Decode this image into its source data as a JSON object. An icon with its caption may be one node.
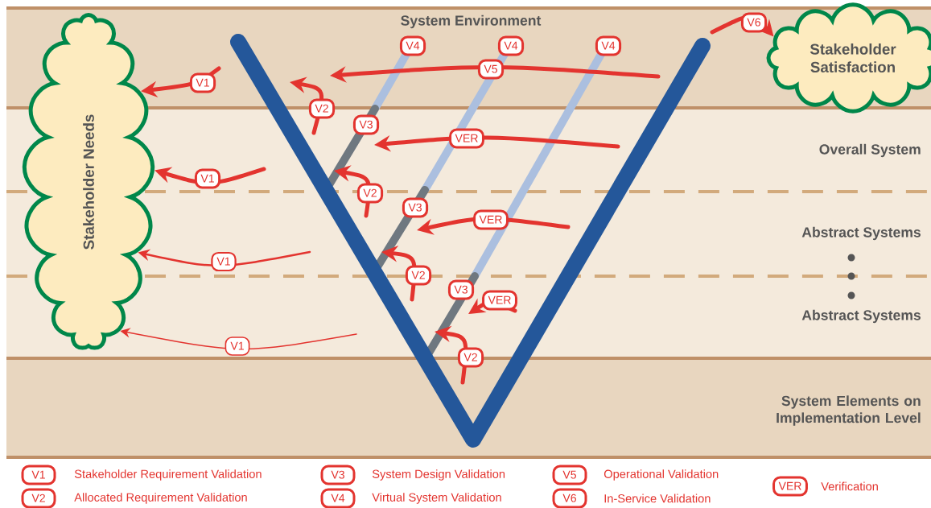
{
  "diagram": {
    "nodes": [
      {
        "text": [
          "Stakeholder Needs"
        ]
      },
      {
        "text": [
          "Stakeholder Satisfaction"
        ]
      }
    ],
    "edges": [
      {
        "from": null,
        "to": 0,
        "arrow": "to",
        "label": "V1"
      },
      {
        "from": null,
        "to": 0,
        "arrow": "to",
        "label": "V1"
      },
      {
        "from": null,
        "to": 0,
        "arrow": "to",
        "label": "V1"
      },
      {
        "from": null,
        "to": 0,
        "arrow": "to",
        "label": "V1"
      },
      {
        "from": null,
        "to": 1,
        "arrow": "to",
        "label": "V6"
      }
    ],
    "labels": [
      "System Environment",
      "V4",
      "V4",
      "V4",
      "V5",
      "V2",
      "V3",
      "VER",
      "Overall System",
      "V2",
      "V3",
      "VER",
      "Abstract Systems",
      "V2",
      "V3",
      "VER",
      "Abstract Systems",
      "V2",
      "System Elements on Implementation Level",
      "V1",
      "V2",
      "V3",
      "V4",
      "V5",
      "V6",
      "VER"
    ],
    "legend": [
      {
        "text": "Stakeholder Requirement Validation"
      },
      {
        "text": "Allocated Requirement Validation"
      },
      {
        "text": "System Design Validation"
      },
      {
        "text": "Virtual System Validation"
      },
      {
        "text": "Operational Validation"
      },
      {
        "text": "In-Service Validation"
      },
      {
        "text": "Verification"
      }
    ]
  }
}
